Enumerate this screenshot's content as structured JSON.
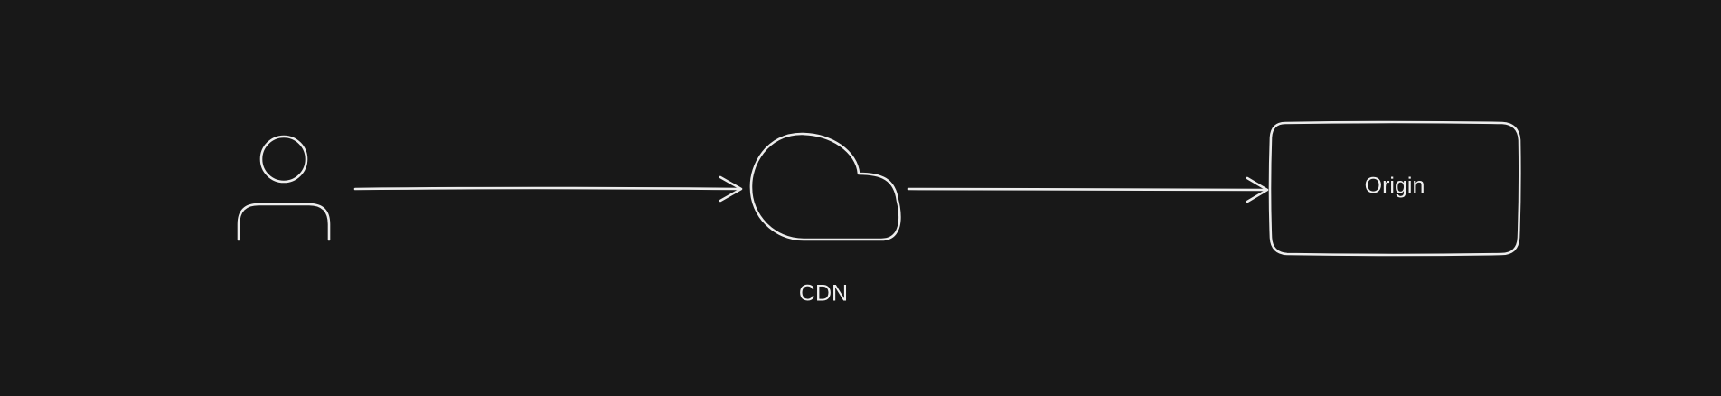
{
  "nodes": {
    "user": {
      "icon": "user-icon"
    },
    "cdn": {
      "icon": "cloud-icon",
      "label": "CDN"
    },
    "origin": {
      "label": "Origin"
    }
  },
  "edges": [
    {
      "from": "user",
      "to": "cdn"
    },
    {
      "from": "cdn",
      "to": "origin"
    }
  ],
  "colors": {
    "background": "#181818",
    "stroke": "#ececec",
    "text": "#f0f0f0"
  }
}
